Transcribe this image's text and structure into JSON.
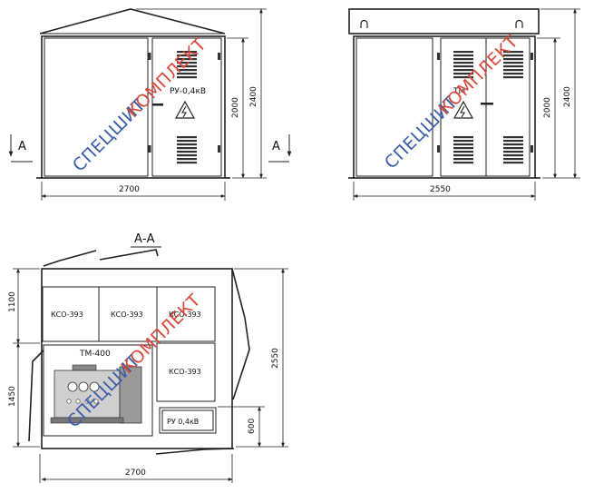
{
  "dimensions": {
    "front_width": "2700",
    "front_height_door": "2000",
    "front_height_total": "2400",
    "side_width": "2550",
    "side_height_door": "2000",
    "side_height_total": "2400",
    "plan_width": "2700",
    "plan_depth": "2550",
    "plan_row1": "1100",
    "plan_row2": "1450",
    "plan_ru_height": "600"
  },
  "labels": {
    "section_mark": "A",
    "section_title": "А-А",
    "ru_front": "РУ-0,4кВ",
    "tm_side": "ТМ",
    "transformer": "ТМ-400",
    "ru_plan": "РУ 0,4кВ"
  },
  "cells": [
    "КСО-393",
    "КСО-393",
    "КСО-393",
    "КСО-393"
  ],
  "watermark": {
    "part1": "СПЕЦШИТ",
    "part2": "КОМПЛЕКТ",
    "color_blue": "#3a5ea8",
    "color_red": "#d8483a"
  },
  "icons": [
    "lifting-hook-icon",
    "high-voltage-warning-icon",
    "ventilation-grille-icon",
    "door-hinge-icon",
    "door-handle-icon",
    "section-arrow-icon"
  ]
}
